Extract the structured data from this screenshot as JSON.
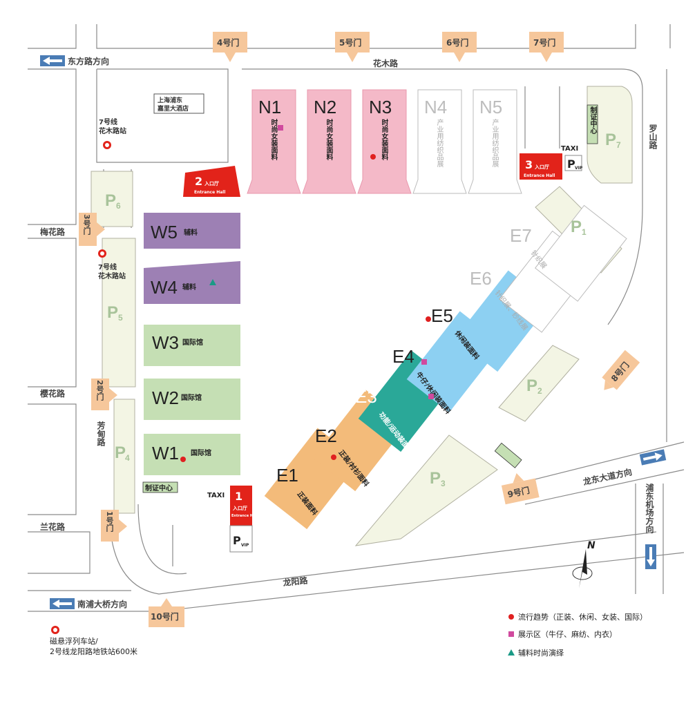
{
  "gates": [
    "1号门",
    "2号门",
    "3号门",
    "4号门",
    "5号门",
    "6号门",
    "7号门",
    "8号门",
    "9号门",
    "10号门"
  ],
  "roads": {
    "huamu": "花木路",
    "luoshan": "罗山路",
    "meihua": "梅花路",
    "yinghua": "樱花路",
    "fangdian": "芳甸路",
    "lanhua": "兰花路",
    "longyang": "龙阳路",
    "longdong": "龙东大道方向",
    "pudong_airport": "浦东机场方向",
    "dongfang": "东方路方向",
    "nanpu": "南浦大桥方向"
  },
  "landmarks": {
    "hotel": [
      "上海浦东",
      "嘉里大酒店"
    ],
    "metro7_north": [
      "7号线",
      "花木路站"
    ],
    "metro7_south": [
      "7号线",
      "花木路站"
    ],
    "maglev": [
      "磁悬浮列车站/",
      "2号线龙阳路地铁站600米"
    ],
    "badge_center": "制证中心",
    "taxi": "TAXI",
    "vip_p": "P",
    "vip_sub": "VIP"
  },
  "entrance_halls": [
    {
      "num": "1",
      "cn": "入口厅",
      "en": "Entrance Hall"
    },
    {
      "num": "2",
      "cn": "入口厅",
      "en": "Entrance Hall"
    },
    {
      "num": "3",
      "cn": "入口厅",
      "en": "Entrance Hall"
    }
  ],
  "halls": {
    "N1": {
      "name": "N1",
      "desc": "时尚女装面料"
    },
    "N2": {
      "name": "N2",
      "desc": "时尚女装面料"
    },
    "N3": {
      "name": "N3",
      "desc": "时尚女装面料"
    },
    "N4": {
      "name": "N4",
      "desc": "产业用纺织品展"
    },
    "N5": {
      "name": "N5",
      "desc": "产业用纺织品展"
    },
    "W1": {
      "name": "W1",
      "desc": "国际馆"
    },
    "W2": {
      "name": "W2",
      "desc": "国际馆"
    },
    "W3": {
      "name": "W3",
      "desc": "国际馆"
    },
    "W4": {
      "name": "W4",
      "desc": "辅料"
    },
    "W5": {
      "name": "W5",
      "desc": "辅料"
    },
    "E1": {
      "name": "E1",
      "desc": "正装面料"
    },
    "E2": {
      "name": "E2",
      "desc": "正装/衬衫面料"
    },
    "E3": {
      "name": "E3",
      "desc": "功能/运动装面料"
    },
    "E4": {
      "name": "E4",
      "desc": "牛仔/休闲装面料"
    },
    "E5": {
      "name": "E5",
      "desc": "休闲装面料"
    },
    "E6": {
      "name": "E6",
      "desc": "针织展、纱线展"
    },
    "E7": {
      "name": "E7",
      "desc": "针织展"
    }
  },
  "parking": [
    {
      "id": "P1",
      "letter": "P",
      "num": "1"
    },
    {
      "id": "P2",
      "letter": "P",
      "num": "2"
    },
    {
      "id": "P3",
      "letter": "P",
      "num": "3"
    },
    {
      "id": "P4",
      "letter": "P",
      "num": "4"
    },
    {
      "id": "P5",
      "letter": "P",
      "num": "5"
    },
    {
      "id": "P6",
      "letter": "P",
      "num": "6"
    },
    {
      "id": "P7",
      "letter": "P",
      "num": "7"
    }
  ],
  "compass": "N",
  "legend": [
    {
      "label": "流行趋势（正装、休闲、女装、国际）",
      "color": "#e02020",
      "shape": "circle"
    },
    {
      "label": "展示区（牛仔、麻纺、内衣）",
      "color": "#d04a9e",
      "shape": "square"
    },
    {
      "label": "辅料时尚演绎",
      "color": "#1a9a86",
      "shape": "triangle"
    }
  ],
  "colors": {
    "pink": "#f4b9c8",
    "purple": "#9d80b4",
    "green": "#c5dfb4",
    "orange": "#f3bb7a",
    "teal": "#2aa898",
    "blue": "#8dd0f2",
    "red": "#e2231a",
    "gate": "#f6c79b",
    "parking": "#f3f5e4"
  }
}
